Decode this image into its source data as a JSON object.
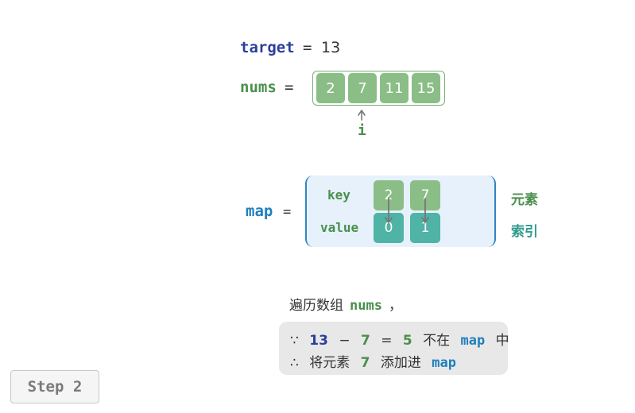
{
  "top": {
    "target_label": "target",
    "equals": "=",
    "target_value": "13",
    "nums_label": "nums",
    "nums": [
      "2",
      "7",
      "11",
      "15"
    ],
    "pointer_label": "i"
  },
  "map": {
    "label": "map",
    "equals": "=",
    "key_label": "key",
    "value_label": "value",
    "keys": [
      "2",
      "7"
    ],
    "values": [
      "0",
      "1"
    ],
    "legend_element": "元素",
    "legend_index": "索引"
  },
  "explanation": {
    "caption_prefix": "遍历数组",
    "caption_var": "nums",
    "caption_suffix": "，",
    "line1": {
      "because": "∵",
      "a": "13",
      "minus": "−",
      "b": "7",
      "eq": "=",
      "c": "5",
      "text": "不在",
      "map": "map",
      "tail": "中"
    },
    "line2": {
      "therefore": "∴",
      "text": "将元素",
      "num": "7",
      "text2": "添加进",
      "map": "map"
    }
  },
  "step": {
    "label": "Step 2"
  },
  "colors": {
    "array_cell": "#8bbd87",
    "value_cell": "#4fb3a6",
    "map_bg": "#e6f1fb",
    "target_color": "#2b3f9b",
    "map_color": "#1f7fbd",
    "green_text": "#4a8f4c"
  }
}
